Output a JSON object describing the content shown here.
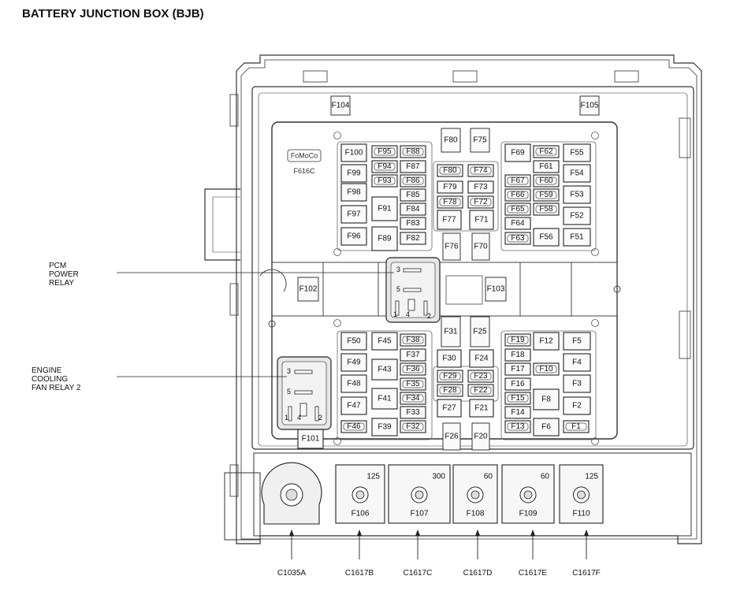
{
  "title": "BATTERY JUNCTION BOX (BJB)",
  "logo_text": "FoMoCo",
  "part_code": "F616C",
  "relays": [
    {
      "lines": [
        "PCM",
        "POWER",
        "RELAY"
      ],
      "pins": [
        "3",
        "5",
        "1",
        "4",
        "2"
      ]
    },
    {
      "lines": [
        "ENGINE",
        "COOLING",
        "FAN RELAY 2"
      ],
      "pins": [
        "3",
        "5",
        "1",
        "4",
        "2"
      ]
    }
  ],
  "fuses": {
    "top_left_block": [
      [
        "F100",
        "F95",
        "F88"
      ],
      [
        "F99",
        "F94",
        "F87"
      ],
      [
        "F98",
        "F93",
        "F86"
      ],
      [
        "F97",
        "F91",
        "F85"
      ],
      [
        "F96",
        "F89",
        "F84"
      ],
      [
        "F83"
      ],
      [
        "F82"
      ]
    ],
    "top_center_block": [
      "F80",
      "F75",
      "F80",
      "F74",
      "F79",
      "F73",
      "F78",
      "F72",
      "F77",
      "F71",
      "F76",
      "F70"
    ],
    "top_right_block": [
      "F69",
      "F62",
      "F55",
      "F61",
      "F67",
      "F60",
      "F54",
      "F66",
      "F59",
      "F53",
      "F65",
      "F58",
      "F52",
      "F64",
      "F63",
      "F56",
      "F51"
    ],
    "corner_top": [
      "F104",
      "F105"
    ],
    "middle_row": [
      "F102",
      "F103"
    ],
    "bottom_left_block": [
      "F50",
      "F45",
      "F38",
      "F37",
      "F49",
      "F43",
      "F36",
      "F35",
      "F48",
      "F41",
      "F34",
      "F33",
      "F47",
      "F39",
      "F32",
      "F46"
    ],
    "bottom_center_block": [
      "F31",
      "F25",
      "F30",
      "F24",
      "F29",
      "F23",
      "F28",
      "F22",
      "F27",
      "F21",
      "F26",
      "F20"
    ],
    "bottom_right_block": [
      "F19",
      "F12",
      "F5",
      "F18",
      "F4",
      "F17",
      "F10",
      "F16",
      "F3",
      "F15",
      "F8",
      "F14",
      "F2",
      "F13",
      "F6",
      "F1"
    ],
    "relay2_fuse": "F101"
  },
  "high_current_fuses": [
    {
      "label": "F106",
      "rating": "125"
    },
    {
      "label": "F107",
      "rating": "300"
    },
    {
      "label": "F108",
      "rating": "60"
    },
    {
      "label": "F109",
      "rating": "60"
    },
    {
      "label": "F110",
      "rating": "125"
    }
  ],
  "connectors": [
    "C1035A",
    "C1617B",
    "C1617C",
    "C1617D",
    "C1617E",
    "C1617F"
  ]
}
